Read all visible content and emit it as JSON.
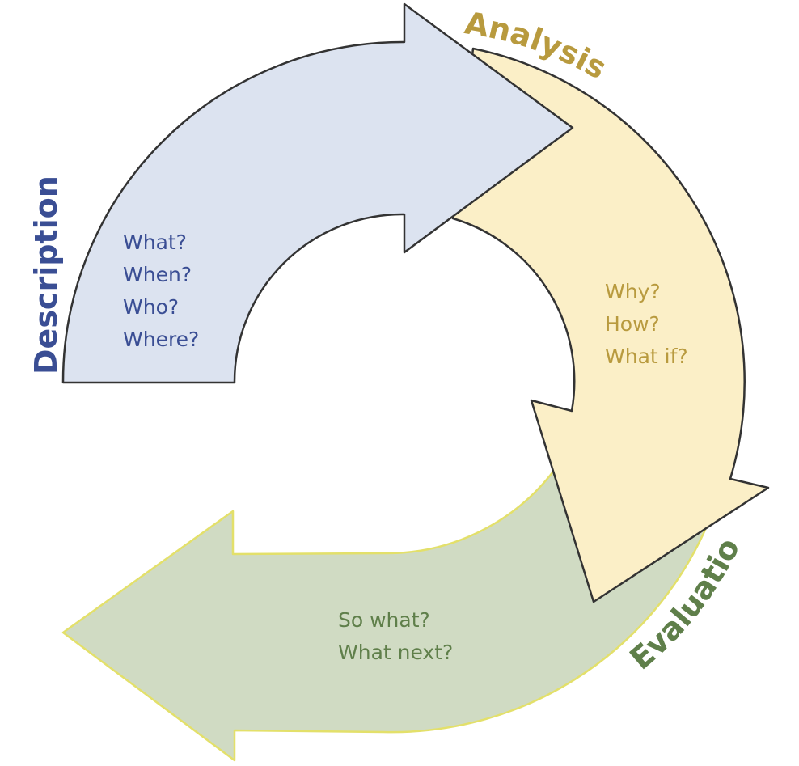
{
  "colors": {
    "description_fill": "#dce3f0",
    "description_text": "#3a4e94",
    "analysis_fill": "#fbefc7",
    "analysis_text": "#b89a3e",
    "evaluation_fill": "#d0dbc3",
    "evaluation_stroke": "#e3e06a",
    "evaluation_text": "#5f7f4a",
    "outline": "#333333"
  },
  "stages": {
    "description": {
      "label": "Description",
      "questions": [
        "What?",
        "When?",
        "Who?",
        "Where?"
      ]
    },
    "analysis": {
      "label": "Analysis",
      "questions": [
        "Why?",
        "How?",
        "What if?"
      ]
    },
    "evaluation": {
      "label": "Evaluation",
      "questions": [
        "So what?",
        "What next?"
      ]
    }
  }
}
